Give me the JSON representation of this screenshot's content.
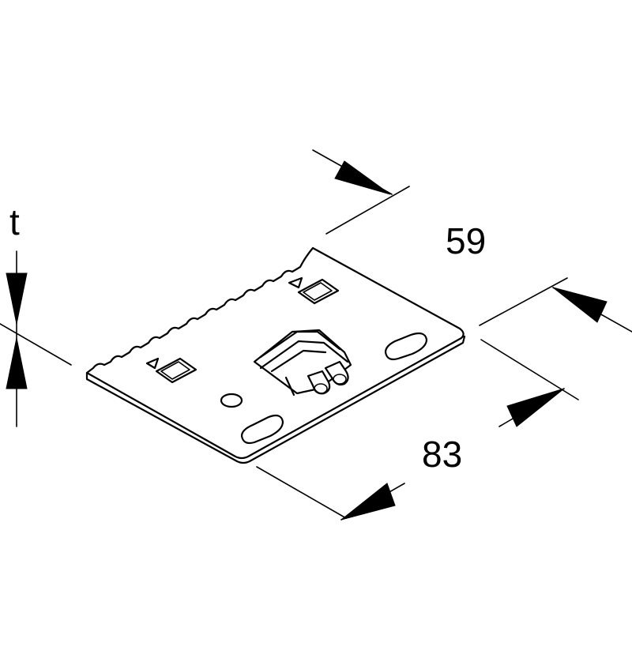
{
  "dimensions": {
    "thickness_label": "t",
    "width_label": "59",
    "length_label": "83"
  }
}
